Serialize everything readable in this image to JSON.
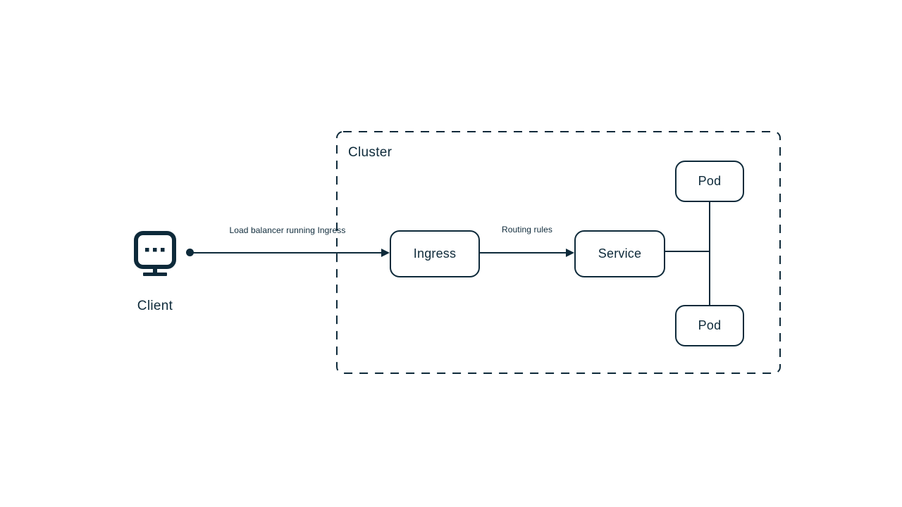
{
  "diagram": {
    "colors": {
      "ink": "#0e2a3a",
      "background": "#ffffff"
    },
    "nodes": {
      "client": {
        "label": "Client",
        "icon": "monitor-icon"
      },
      "cluster": {
        "label": "Cluster",
        "shape": "dashed-rounded-rectangle"
      },
      "ingress": {
        "label": "Ingress"
      },
      "service": {
        "label": "Service"
      },
      "pod_top": {
        "label": "Pod"
      },
      "pod_bottom": {
        "label": "Pod"
      }
    },
    "edges": {
      "client_to_ingress": {
        "label": "Load balancer running Ingress",
        "style": "solid-arrow-with-origin-dot"
      },
      "ingress_to_service": {
        "label": "Routing rules",
        "style": "solid-arrow"
      },
      "service_to_pods": {
        "label": "",
        "style": "solid-line-fork"
      }
    }
  }
}
